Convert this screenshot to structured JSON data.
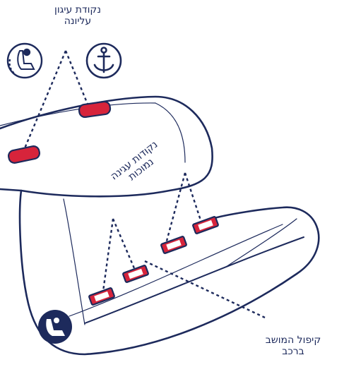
{
  "labels": {
    "top_anchor": [
      "נקודת עיגון",
      "עליונה"
    ],
    "lower_anchors": [
      "נקודות עגינה",
      "נמוכות"
    ],
    "seat_bight": [
      "קיפול המושב",
      "ברכב"
    ]
  },
  "icons": {
    "top_left": "child-seat-tether-icon",
    "top_right": "anchor-icon",
    "seat_badge": "child-seat-icon"
  },
  "colors": {
    "outline": "#1d2a5c",
    "anchor_red": "#d7243b",
    "background": "#ffffff"
  }
}
